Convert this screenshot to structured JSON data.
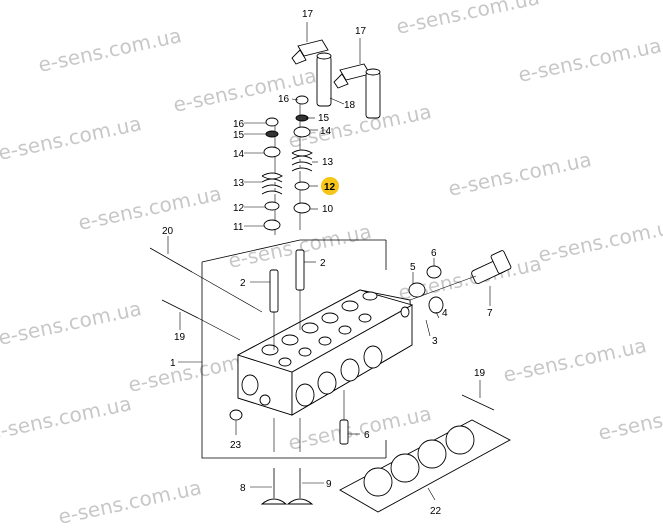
{
  "watermark": "e-sens.com.ua",
  "callouts": [
    "17",
    "17",
    "18",
    "16",
    "15",
    "16",
    "15",
    "14",
    "14",
    "13",
    "13",
    "12",
    "12",
    "10",
    "11",
    "20",
    "2",
    "2",
    "5",
    "6",
    "7",
    "19",
    "19",
    "1",
    "3",
    "4",
    "23",
    "6",
    "8",
    "9",
    "22"
  ],
  "highlight": "12",
  "colors": {
    "highlight": "#f5c518",
    "line": "#000000",
    "watermark": "#9a9a9a"
  }
}
